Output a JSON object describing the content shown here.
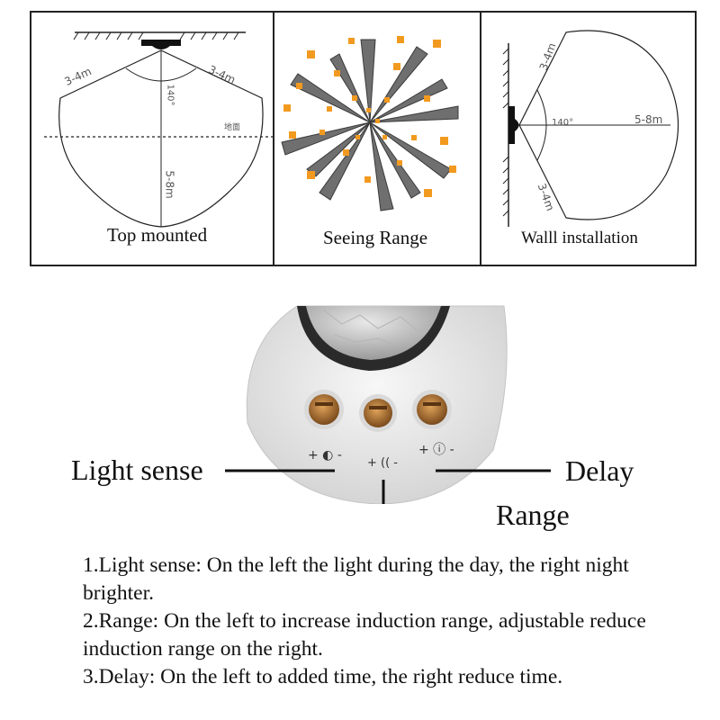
{
  "panels": {
    "top_mounted": {
      "label": "Top mounted",
      "side_range_left": "3-4m",
      "side_range_right": "3-4m",
      "angle": "140°",
      "vertical_range": "5-8m",
      "ground_label": "地面"
    },
    "seeing_range": {
      "label": "Seeing Range"
    },
    "wall_installation": {
      "label": "Walll installation",
      "upper_range": "3-4m",
      "lower_range": "3-4m",
      "angle": "140°",
      "horizontal_range": "5-8m"
    }
  },
  "callouts": {
    "light_sense": "Light sense",
    "range": "Range",
    "delay": "Delay"
  },
  "knob_symbols": {
    "light_sense": "+ ◐ -",
    "range": "+ (( -",
    "delay": "+ ⓘ -"
  },
  "description": {
    "line1": "1.Light sense: On the left the light during the day, the right night brighter.",
    "line2": "2.Range: On the left to increase induction range, adjustable reduce induction range on the right.",
    "line3": "3.Delay: On the left to added time, the right reduce time."
  },
  "colors": {
    "ray": "#6f6f6f",
    "ray_dark": "#3a3a3a",
    "dot": "#f29a1f",
    "knob": "#c9853c",
    "housing": "#e9e9e9"
  }
}
